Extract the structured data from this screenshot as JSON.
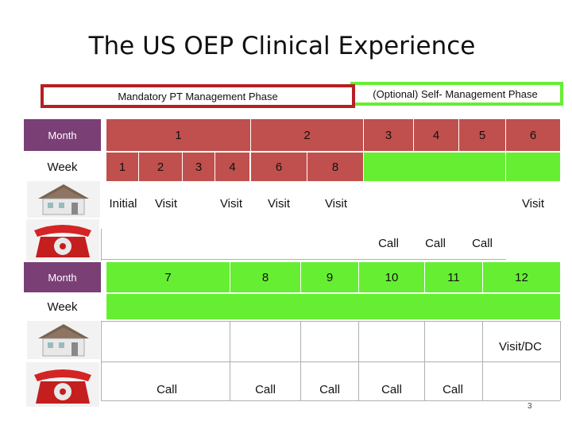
{
  "title": "The US OEP Clinical Experience",
  "phases": {
    "mandatory": "Mandatory PT Management Phase",
    "optional": "(Optional) Self- Management Phase"
  },
  "colors": {
    "red": "#c0504d",
    "green": "#66ee33",
    "purple": "#7a3f75",
    "dark_red": "#b52025"
  },
  "icons": [
    "house-icon",
    "telephone-icon"
  ],
  "top": {
    "month_label": "Month",
    "week_label": "Week",
    "months": [
      "1",
      "2",
      "3",
      "4",
      "5",
      "6"
    ],
    "weeks": [
      "1",
      "2",
      "3",
      "4",
      "6",
      "8"
    ],
    "visit_initial": "Initial",
    "visit": "Visit",
    "call": "Call"
  },
  "bottom": {
    "month_label": "Month",
    "week_label": "Week",
    "months": [
      "7",
      "8",
      "9",
      "10",
      "11",
      "12"
    ],
    "visit_dc": "Visit/DC",
    "call": "Call"
  },
  "page_number": "3"
}
